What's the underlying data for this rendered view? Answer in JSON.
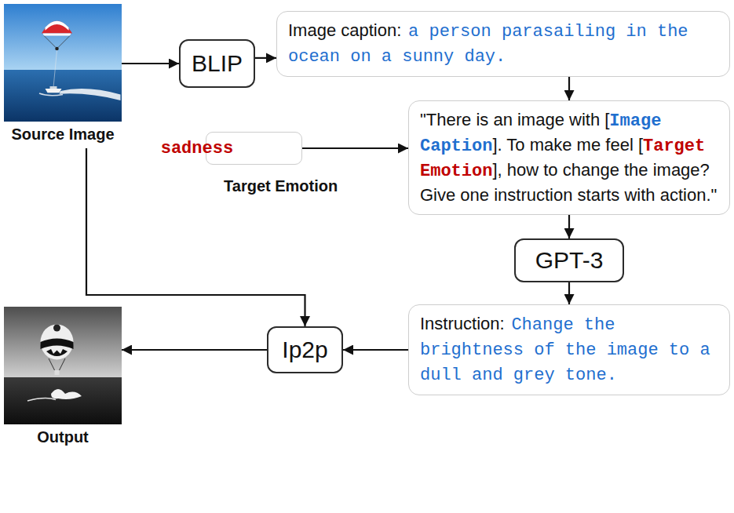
{
  "diagram": {
    "nodes": [
      {
        "text": [
          "Source Image"
        ]
      },
      {
        "text": [
          "BLIP"
        ]
      },
      {
        "text": [
          "Image caption:",
          "a person parasailing in the ocean on a sunny day."
        ]
      },
      {
        "text": [
          "sadness",
          "Target Emotion"
        ]
      },
      {
        "text": [
          "\"There is an image with [",
          "Image Caption",
          "]. To make me feel [",
          "Target Emotion",
          "], how to change the image? Give one instruction starts with action.\""
        ]
      },
      {
        "text": [
          "GPT-3"
        ]
      },
      {
        "text": [
          "Instruction:",
          "Change the brightness of the image to a dull and grey tone."
        ]
      },
      {
        "text": [
          "Ip2p"
        ]
      },
      {
        "text": [
          "Output"
        ]
      }
    ],
    "edges": [
      {
        "from": 0,
        "to": 1,
        "arrow": "to"
      },
      {
        "from": 1,
        "to": 2,
        "arrow": "to"
      },
      {
        "from": 2,
        "to": 4,
        "arrow": "to"
      },
      {
        "from": 3,
        "to": 4,
        "arrow": "to"
      },
      {
        "from": 4,
        "to": 5,
        "arrow": "to"
      },
      {
        "from": 5,
        "to": 6,
        "arrow": "to"
      },
      {
        "from": 6,
        "to": 7,
        "arrow": "to"
      },
      {
        "from": 0,
        "to": 7,
        "arrow": "to"
      },
      {
        "from": 7,
        "to": 8,
        "arrow": "to"
      }
    ]
  }
}
